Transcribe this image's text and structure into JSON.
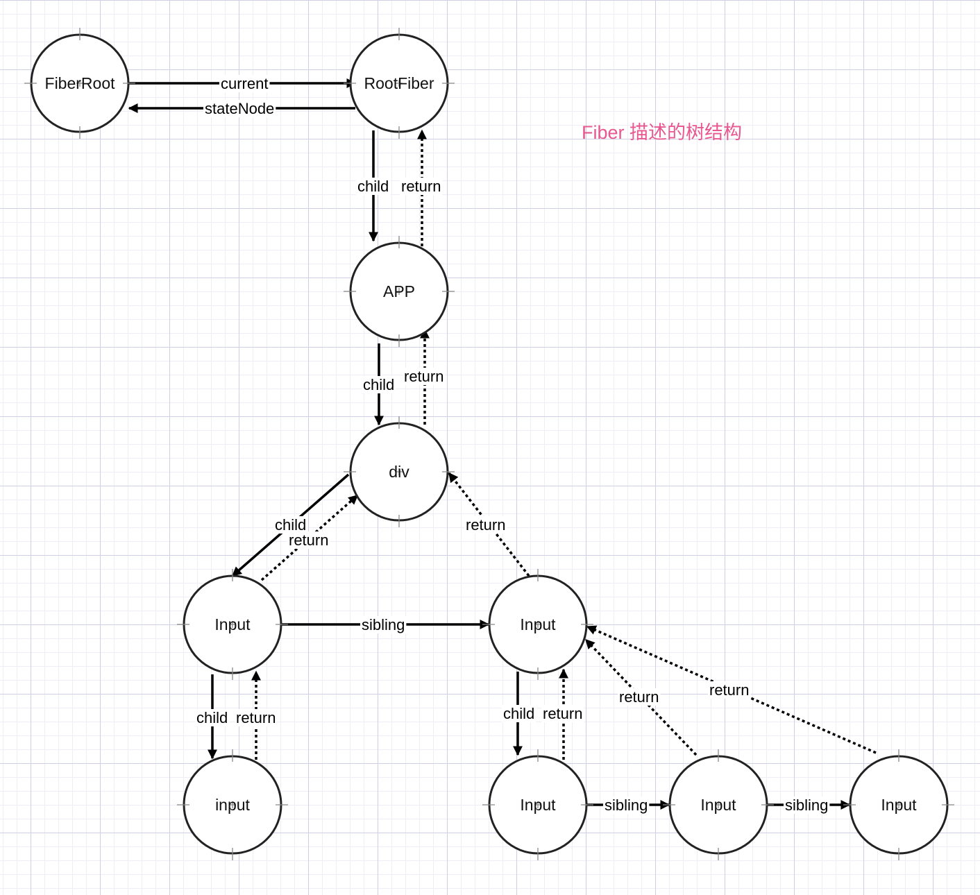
{
  "title": "Fiber 描述的树结构",
  "nodes": {
    "fiberroot": "FiberRoot",
    "rootfiber": "RootFiber",
    "app": "APP",
    "div": "div",
    "input_left": "Input",
    "input_right": "Input",
    "input_leaf": "input",
    "input_c1": "Input",
    "input_c2": "Input",
    "input_c3": "Input"
  },
  "edges": {
    "current": "current",
    "state_node": "stateNode",
    "rf_child": "child",
    "rf_return": "return",
    "app_child": "child",
    "app_return": "return",
    "div_child": "child",
    "div_return_left": "return",
    "div_return_right": "return",
    "il_sibling": "sibling",
    "il_child": "child",
    "il_return": "return",
    "ir_child": "child",
    "ir_return": "return",
    "c2_return": "return",
    "c3_return": "return",
    "c1_sibling": "sibling",
    "c2_sibling": "sibling"
  }
}
